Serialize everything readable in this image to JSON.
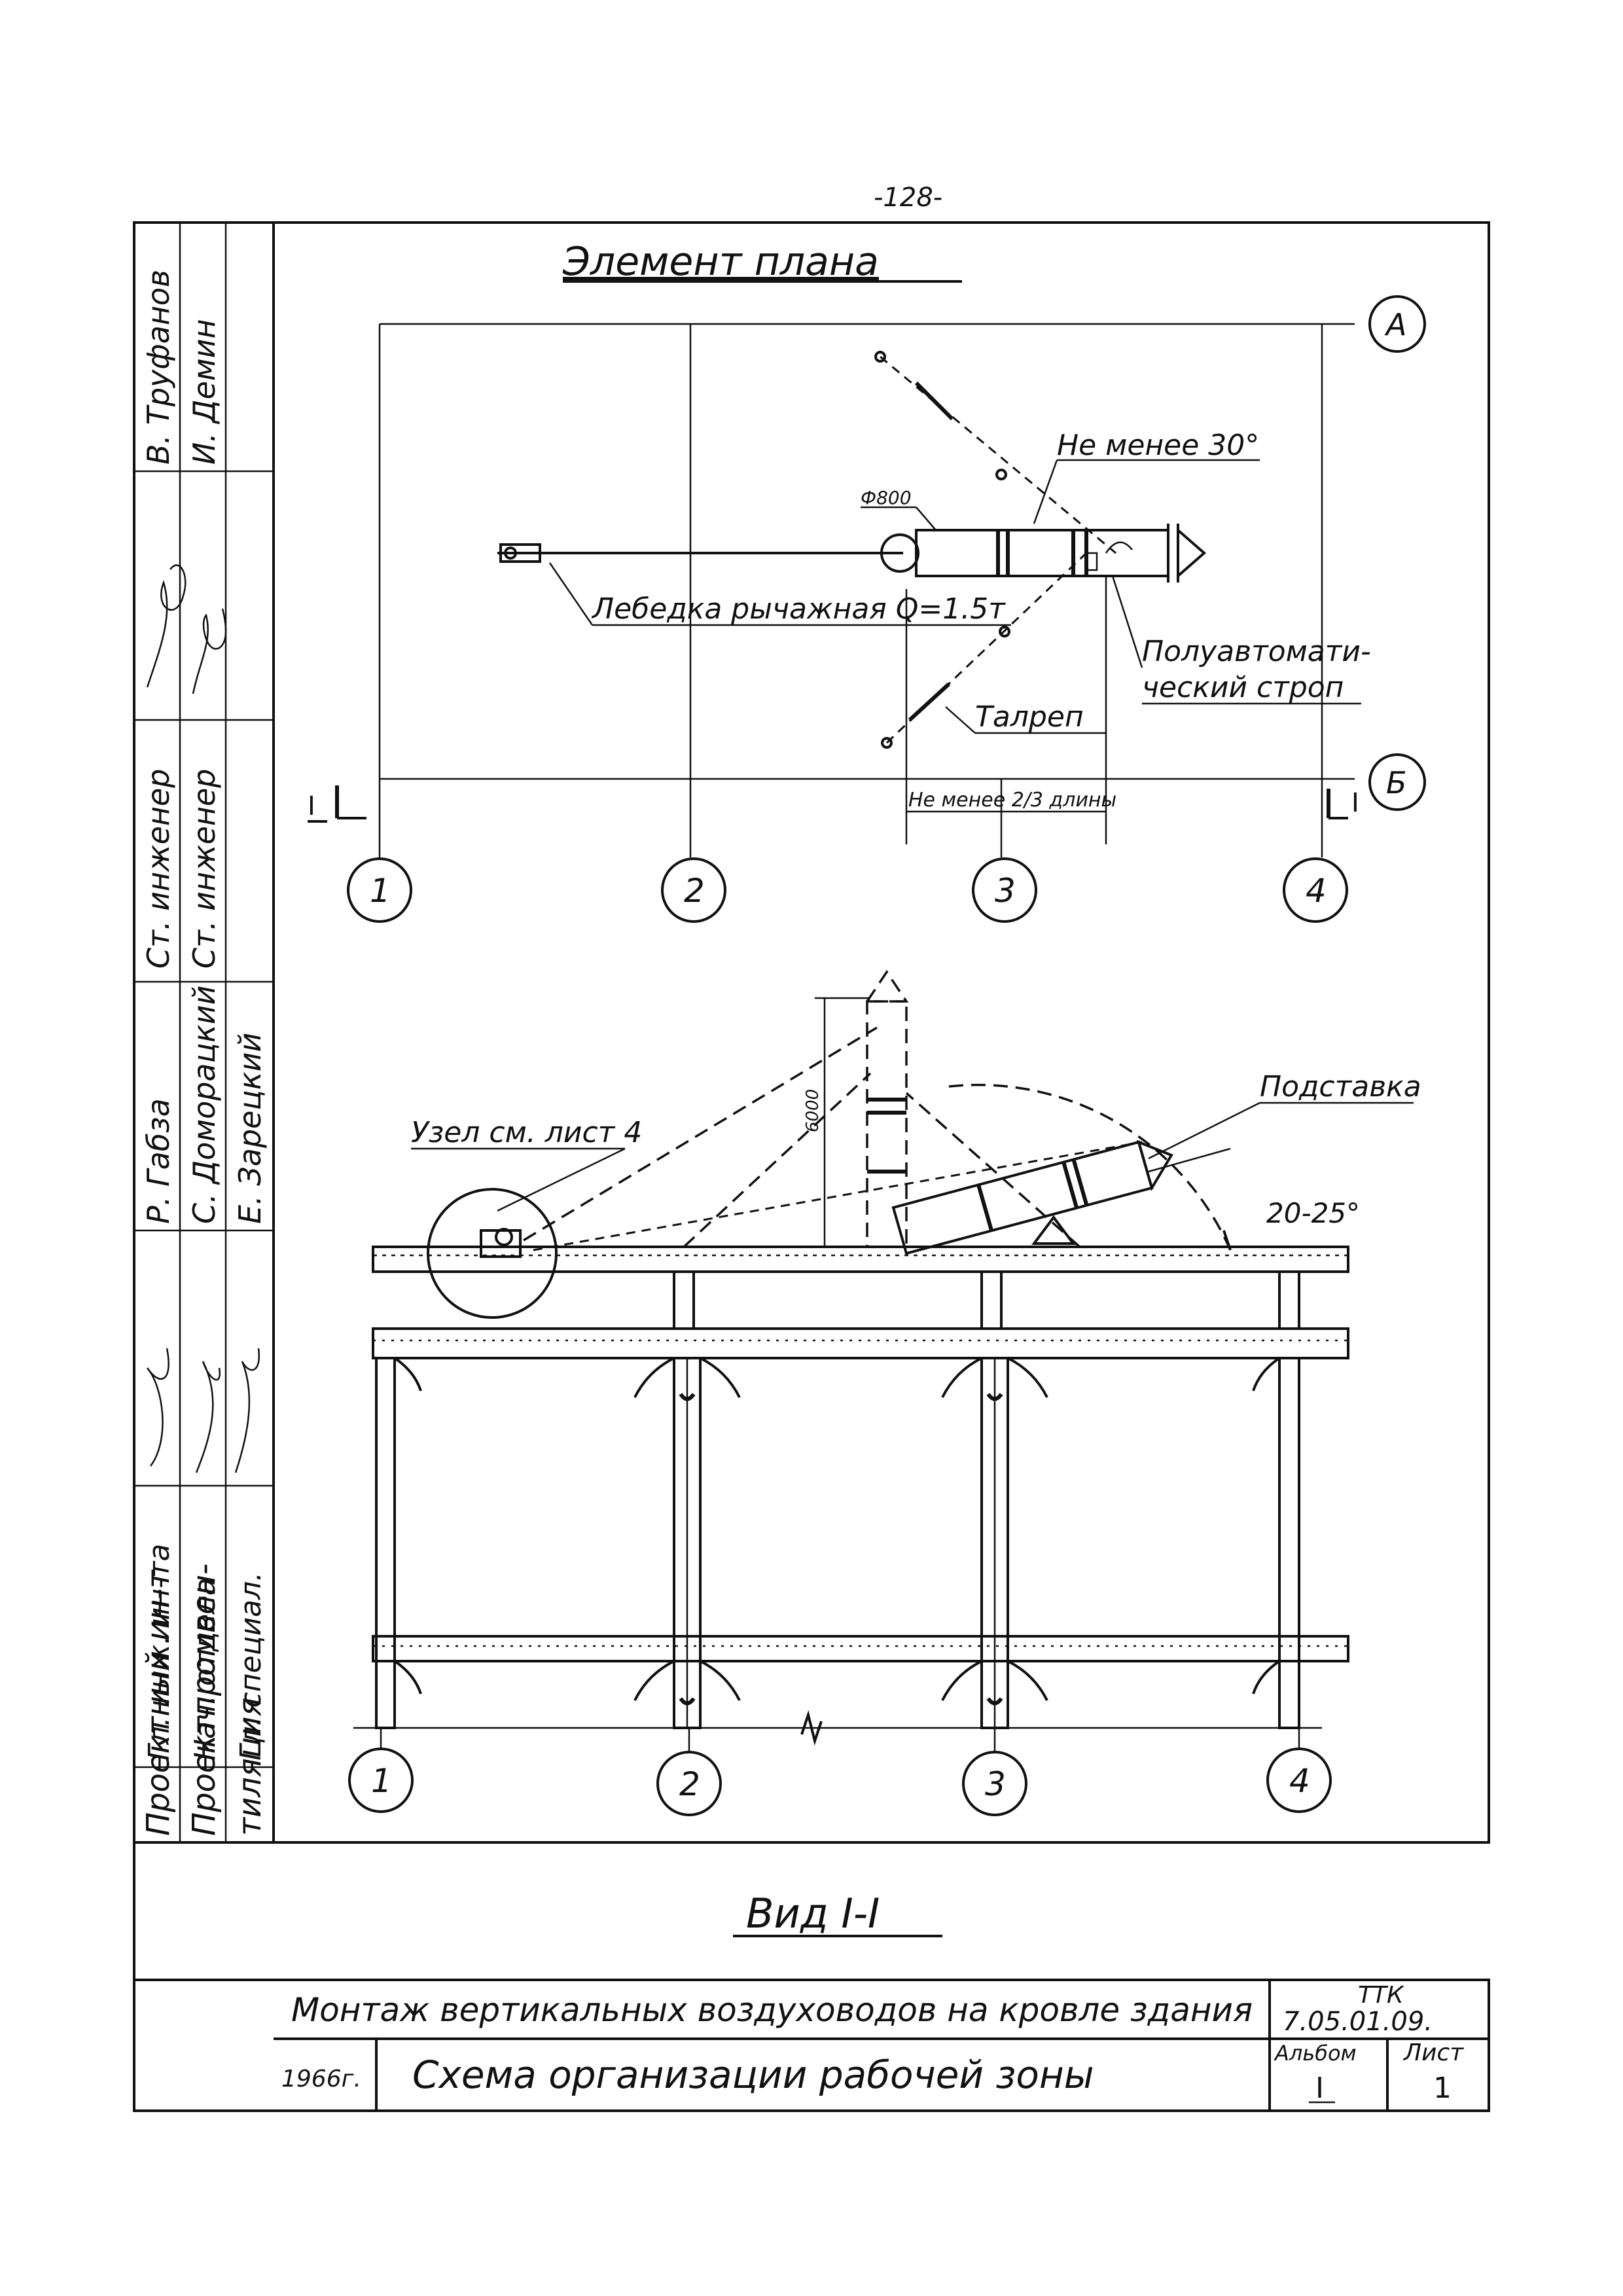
{
  "page_number": "-128-",
  "plan": {
    "title": "Элемент плана",
    "axis_letters": [
      "А",
      "Б"
    ],
    "labels": {
      "diameter": "Ф800",
      "angle_note": "Не менее 30°",
      "winch": "Лебедка рычажная Q=1.5т",
      "sling_line1": "Полуавтомати-",
      "sling_line2": "ческий строп",
      "turnbuckle": "Талреп",
      "length_note": "Не менее 2/3 длины"
    },
    "section_marks": [
      "I",
      "I"
    ],
    "axis_numbers": [
      "1",
      "2",
      "3",
      "4"
    ]
  },
  "section": {
    "title": "Вид I-I",
    "labels": {
      "node_ref": "Узел см. лист 4",
      "support": "Подставка",
      "angle": "20-25°",
      "dim": "6000"
    },
    "axis_numbers": [
      "1",
      "2",
      "3",
      "4"
    ]
  },
  "title_block": {
    "title": "Монтаж вертикальных воздуховодов на кровле здания",
    "subtitle": "Схема организации рабочей зоны",
    "year": "1966г.",
    "code_label": "ТТК",
    "code": "7.05.01.09.",
    "album_label": "Альбом",
    "album": "I",
    "sheet_label": "Лист",
    "sheet": "1"
  },
  "side_stamp": {
    "org_line1": "Проектный ин-т",
    "org_line2": "Проектпромвен-",
    "org_line3": "тиляция",
    "rows": [
      {
        "role": "Гл. инж. ин-та",
        "name": "Р. Габза"
      },
      {
        "role": "Нач. отдела",
        "name": "С. Доморацкий"
      },
      {
        "role": "Гл. специал.",
        "name": "Е. Зарецкий"
      },
      {
        "role": "Ст. инженер",
        "name": "В. Труфанов"
      },
      {
        "role": "Ст. инженер",
        "name": "И. Демин"
      }
    ]
  }
}
